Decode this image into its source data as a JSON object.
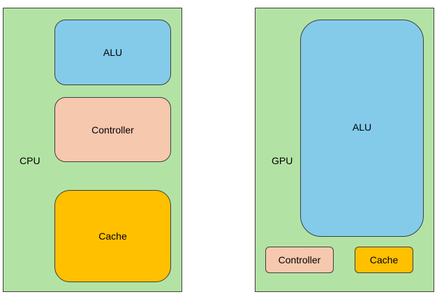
{
  "colors": {
    "panel_fill": "#b3e3a4",
    "alu_fill": "#84cbea",
    "controller_fill": "#f6c8ae",
    "cache_fill": "#ffc000",
    "border": "#3f3f3f"
  },
  "cpu": {
    "label": "CPU",
    "alu": "ALU",
    "controller": "Controller",
    "cache": "Cache"
  },
  "gpu": {
    "label": "GPU",
    "alu": "ALU",
    "controller": "Controller",
    "cache": "Cache"
  }
}
